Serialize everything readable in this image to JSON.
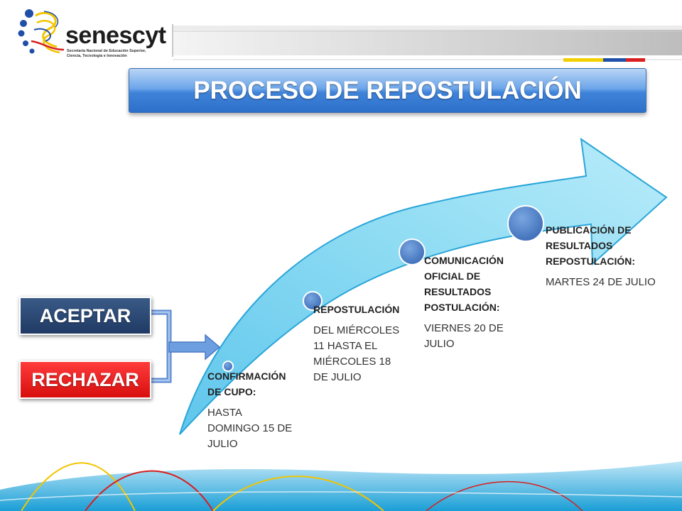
{
  "brand": {
    "name": "senescyt",
    "subtitle_line1": "Secretaría Nacional de Educación Superior,",
    "subtitle_line2": "Ciencia, Tecnología e Innovación"
  },
  "title": "PROCESO DE REPOSTULACIÓN",
  "buttons": {
    "accept": "ACEPTAR",
    "reject": "RECHAZAR"
  },
  "steps": [
    {
      "title_lines": [
        "CONFIRMACIÓN",
        "DE CUPO:"
      ],
      "body_lines": [
        "HASTA",
        "DOMINGO  15 DE",
        "JULIO"
      ]
    },
    {
      "title_lines": [
        "REPOSTULACIÓN"
      ],
      "body_lines": [
        "DEL MIÉRCOLES",
        "11 HASTA EL",
        "MIÉRCOLES  18",
        "DE JULIO"
      ]
    },
    {
      "title_lines": [
        "COMUNICACIÓN",
        "OFICIAL DE",
        "RESULTADOS",
        "POSTULACIÓN:"
      ],
      "body_lines": [
        "VIERNES 20 DE",
        "JULIO"
      ]
    },
    {
      "title_lines": [
        "PUBLICACIÓN DE",
        "RESULTADOS",
        "REPOSTULACIÓN:"
      ],
      "body_lines": [
        "MARTES  24 DE JULIO"
      ]
    }
  ],
  "colors": {
    "arrow": "#7fd3f0",
    "arrow_edge": "#2aa5d8",
    "milestone": "#4a7cc4",
    "title_bar": "#3f83d9",
    "accept": "#2a4a78",
    "reject": "#f01e1e",
    "flag_yellow": "#f2d000",
    "flag_blue": "#1f4fa8",
    "flag_red": "#d81e1e"
  }
}
